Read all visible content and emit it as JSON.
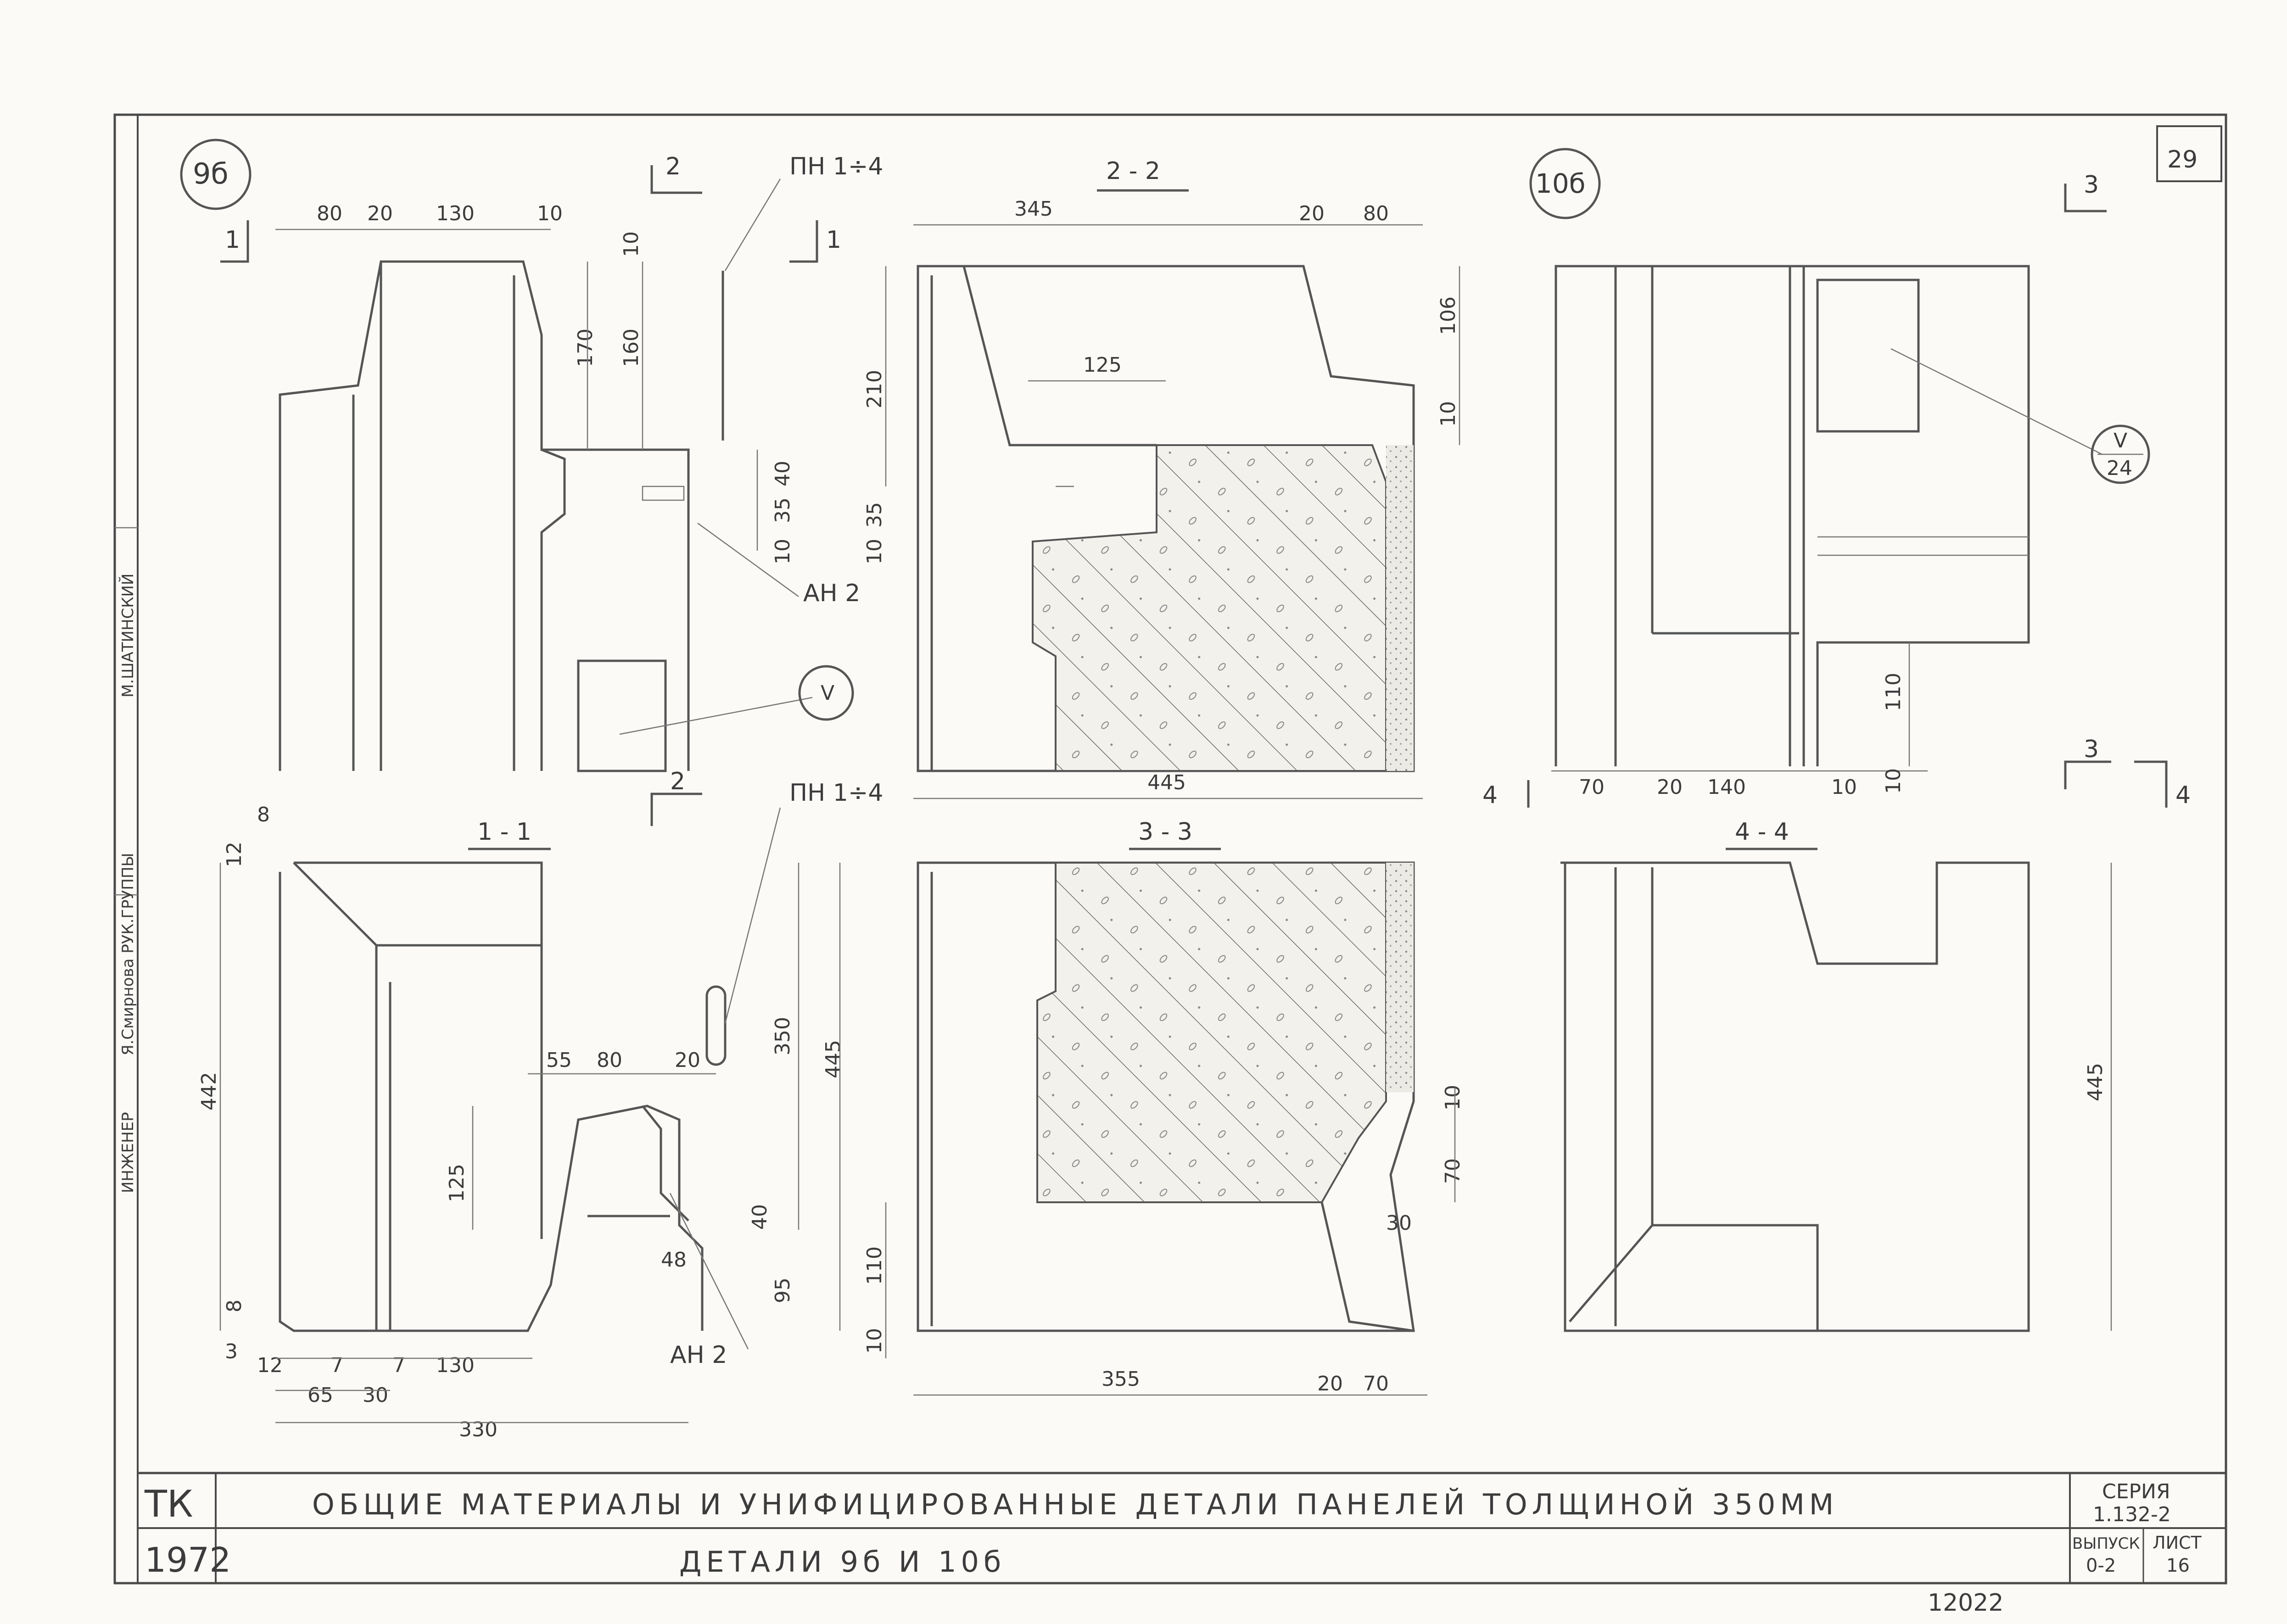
{
  "sheet": {
    "corner_number": "29",
    "bubble_left": "9б",
    "bubble_right": "10б",
    "callout_ref_top": "V",
    "callout_ref_bottom": "24",
    "callout_ref_small": "V"
  },
  "title_block": {
    "org": "ТК",
    "year": "1972",
    "title_main": "ОБЩИЕ МАТЕРИАЛЫ И УНИФИЦИРОВАННЫЕ ДЕТАЛИ ПАНЕЛЕЙ ТОЛЩИНОЙ 350ММ",
    "title_sub": "ДЕТАЛИ 9б И 10б",
    "series_label": "СЕРИЯ",
    "series_value": "1.132-2",
    "issue_label": "ВЫПУСК",
    "issue_value": "0-2",
    "sheet_label": "ЛИСТ",
    "sheet_value": "16",
    "stamp_bottom": "12022"
  },
  "side_strip": {
    "role": "ИНЖЕНЕР",
    "names": "Я.Смирнова  РУК.ГРУППЫ",
    "checker": "М.ШАТИНСКИЙ"
  },
  "section_labels": {
    "s11": "1 - 1",
    "s22": "2 - 2",
    "s33": "3 - 3",
    "s44": "4 - 4",
    "cut1a": "1",
    "cut1b": "1",
    "cut2a": "2",
    "cut2b": "2",
    "cut3a": "3",
    "cut3b": "3",
    "cut4a": "4",
    "cut4b": "4"
  },
  "notes": {
    "pn_top": "ПН 1÷4",
    "pn_bottom": "ПН 1÷4",
    "an_top": "АН 2",
    "an_bottom": "АН 2"
  },
  "dims_9b": {
    "d80": "80",
    "d20": "20",
    "d130": "130",
    "d10a": "10",
    "d10b": "10",
    "d170": "170",
    "d160": "160",
    "d35": "35",
    "d40": "40",
    "d10c": "10"
  },
  "dims_11": {
    "d8top": "8",
    "d12top": "12",
    "d442": "442",
    "d445": "445",
    "d350": "350",
    "d55": "55",
    "d80": "80",
    "d20": "20",
    "d125": "125",
    "d40": "40",
    "d48": "48",
    "d95": "95",
    "d8bot": "8",
    "d3": "3",
    "d12bot": "12",
    "d7a": "7",
    "d7b": "7",
    "d130": "130",
    "d65": "65",
    "d30": "30",
    "d330": "330"
  },
  "dims_22": {
    "d345": "345",
    "d20": "20",
    "d80": "80",
    "d106": "106",
    "d10a": "10",
    "d210": "210",
    "d125": "125",
    "d35": "35",
    "d10b": "10",
    "d445": "445"
  },
  "dims_33": {
    "d10": "10",
    "d70": "70",
    "d30": "30",
    "d110": "110",
    "d10b": "10",
    "d355": "355",
    "d20": "20",
    "d70b": "70"
  },
  "dims_10b": {
    "d70": "70",
    "d20": "20",
    "d140": "140",
    "d10": "10",
    "d10b": "10",
    "d110": "110"
  },
  "dims_44": {
    "d445": "445"
  }
}
